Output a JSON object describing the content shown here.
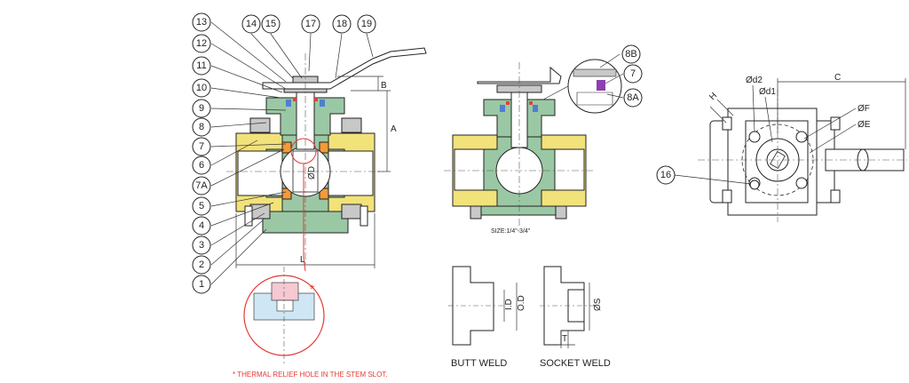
{
  "colors": {
    "body_green": "#9bc8a4",
    "end_yellow": "#f2e27a",
    "seat_orange": "#f39a3a",
    "seal_blue": "#4f7fd0",
    "seal_red": "#e0413b",
    "seal_purple": "#8d3fb0",
    "steel_gray": "#c8c8c8",
    "detail_pink": "#f5c8d2",
    "detail_blue": "#cfe6f5",
    "note_red": "#e53935"
  },
  "left_callouts": [
    "13",
    "12",
    "11",
    "10",
    "9",
    "8",
    "7",
    "6",
    "7A",
    "5",
    "4",
    "3",
    "2",
    "1"
  ],
  "top_callouts": [
    "14",
    "15",
    "17",
    "18",
    "19"
  ],
  "detail_callouts": [
    "8B",
    "7",
    "8A"
  ],
  "right_callouts": [
    "16"
  ],
  "dimensions": {
    "A": "A",
    "B": "B",
    "L": "L",
    "OD_main": "ØD",
    "C": "C",
    "H": "H",
    "d2": "Ød2",
    "d1": "Ød1",
    "F": "ØF",
    "E": "ØE",
    "ID": "I.D",
    "OD": "O.D",
    "S": "ØS",
    "T": "T"
  },
  "size_note": "SIZE:1/4\"-3/4\"",
  "butt_weld_label": "BUTT WELD",
  "socket_weld_label": "SOCKET WELD",
  "asterisk": "*",
  "thermal_note": "* THERMAL RELIEF HOLE IN THE STEM SLOT."
}
